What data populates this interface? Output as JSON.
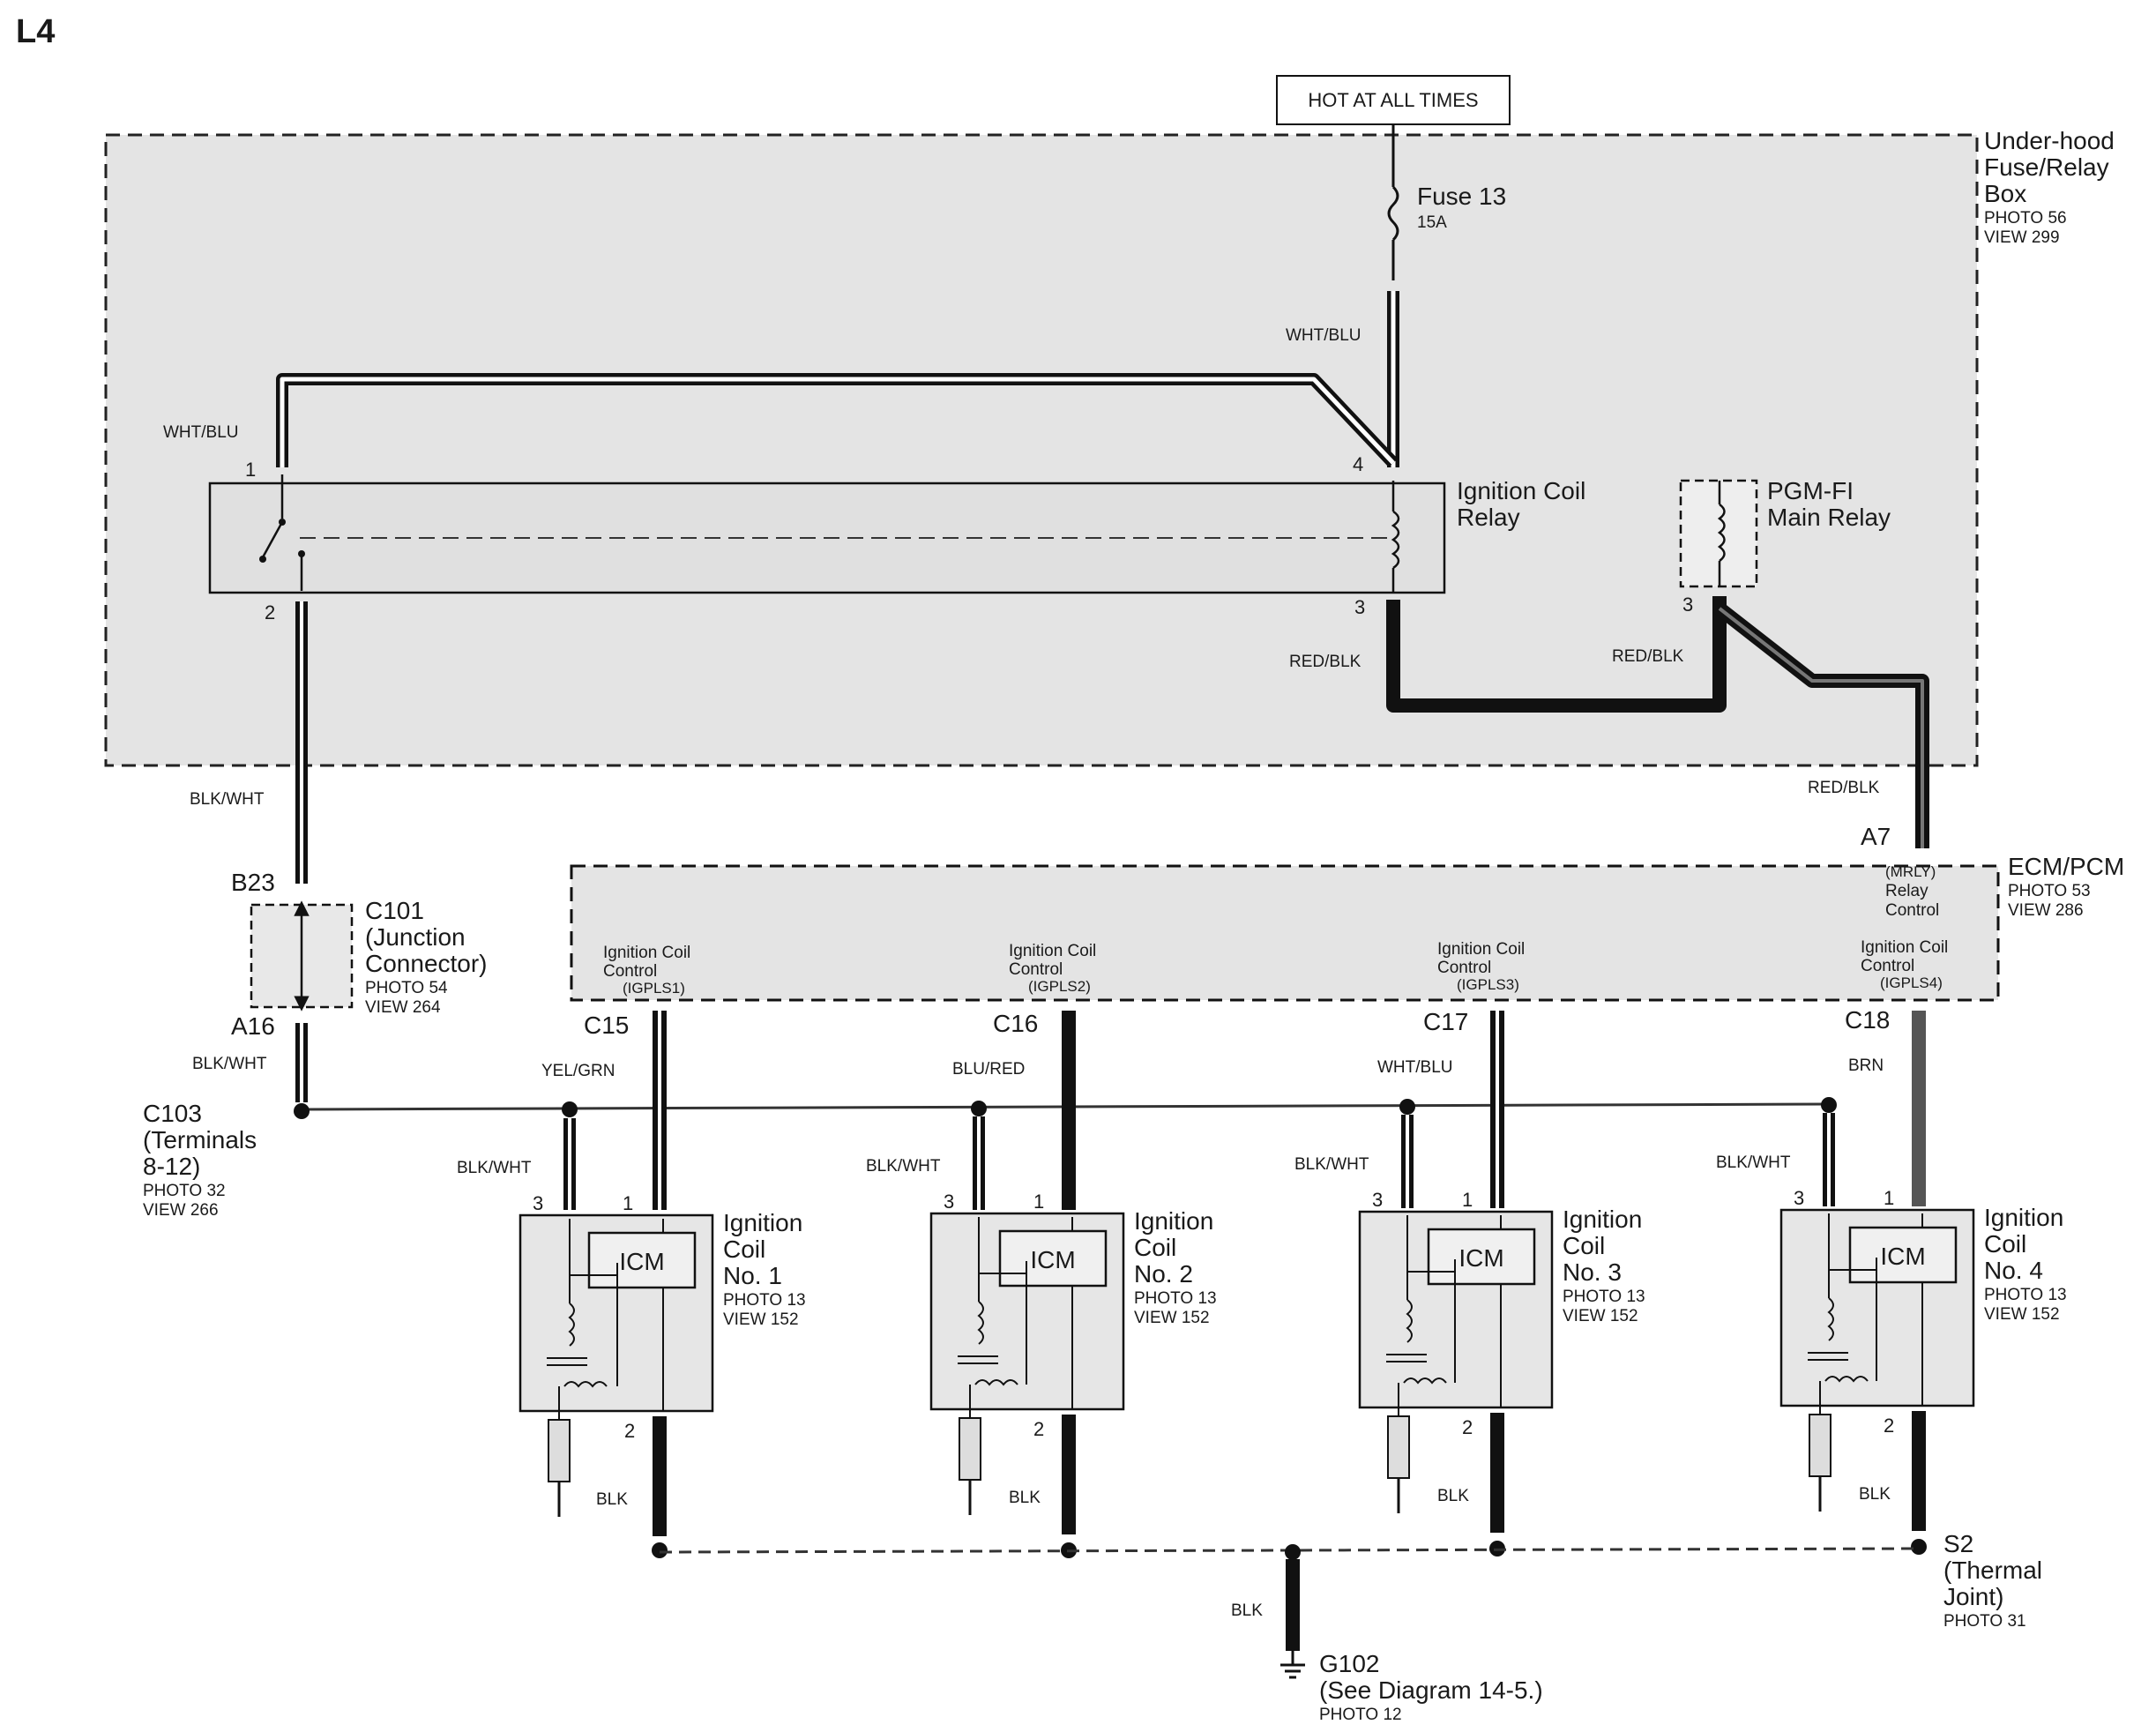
{
  "page_label": "L4",
  "power_source": "HOT AT ALL TIMES",
  "fuse": {
    "name": "Fuse 13",
    "rating": "15A"
  },
  "fuse_box": {
    "lines": [
      "Under-hood",
      "Fuse/Relay",
      "Box"
    ],
    "photo": "PHOTO 56",
    "view": "VIEW 299"
  },
  "ignition_coil_relay": {
    "lines": [
      "Ignition Coil",
      "Relay"
    ],
    "pin_1": "1",
    "pin_2": "2",
    "pin_3": "3",
    "pin_4": "4"
  },
  "pgm_fi_relay": {
    "lines": [
      "PGM-FI",
      "Main Relay"
    ],
    "pin_3": "3"
  },
  "wires": {
    "fuse_out": "WHT/BLU",
    "relay_pin1": "WHT/BLU",
    "relay_pin2": "BLK/WHT",
    "relay_pin3": "RED/BLK",
    "pgm_pin3": "RED/BLK",
    "ecm_a7": "RED/BLK",
    "c101_out": "BLK/WHT"
  },
  "c101": {
    "lines": [
      "C101",
      "(Junction",
      "Connector)"
    ],
    "photo": "PHOTO 54",
    "view": "VIEW 264",
    "pin_top": "B23",
    "pin_bottom": "A16"
  },
  "c103": {
    "lines": [
      "C103",
      "(Terminals",
      "8-12)"
    ],
    "photo": "PHOTO 32",
    "view": "VIEW 266"
  },
  "ecm": {
    "lines": [
      "ECM/PCM"
    ],
    "photo": "PHOTO 53",
    "view": "VIEW 286",
    "pin_a7": "A7",
    "relay_control": [
      "(MRLY)",
      "Relay",
      "Control"
    ],
    "controls": [
      {
        "connector": "C15",
        "line1": "Ignition Coil",
        "line2": "Control",
        "line3": "(IGPLS1)",
        "wire": "YEL/GRN"
      },
      {
        "connector": "C16",
        "line1": "Ignition Coil",
        "line2": "Control",
        "line3": "(IGPLS2)",
        "wire": "BLU/RED"
      },
      {
        "connector": "C17",
        "line1": "Ignition Coil",
        "line2": "Control",
        "line3": "(IGPLS3)",
        "wire": "WHT/BLU"
      },
      {
        "connector": "C18",
        "line1": "Ignition Coil",
        "line2": "Control",
        "line3": "(IGPLS4)",
        "wire": "BRN"
      }
    ]
  },
  "coils": [
    {
      "line1": "Ignition",
      "line2": "Coil",
      "line3": "No. 1",
      "photo": "PHOTO 13",
      "view": "VIEW 152",
      "module": "ICM",
      "pin_1": "1",
      "pin_2": "2",
      "pin_3": "3",
      "feed_wire": "BLK/WHT",
      "ground_wire": "BLK"
    },
    {
      "line1": "Ignition",
      "line2": "Coil",
      "line3": "No. 2",
      "photo": "PHOTO 13",
      "view": "VIEW 152",
      "module": "ICM",
      "pin_1": "1",
      "pin_2": "2",
      "pin_3": "3",
      "feed_wire": "BLK/WHT",
      "ground_wire": "BLK"
    },
    {
      "line1": "Ignition",
      "line2": "Coil",
      "line3": "No. 3",
      "photo": "PHOTO 13",
      "view": "VIEW 152",
      "module": "ICM",
      "pin_1": "1",
      "pin_2": "2",
      "pin_3": "3",
      "feed_wire": "BLK/WHT",
      "ground_wire": "BLK"
    },
    {
      "line1": "Ignition",
      "line2": "Coil",
      "line3": "No. 4",
      "photo": "PHOTO 13",
      "view": "VIEW 152",
      "module": "ICM",
      "pin_1": "1",
      "pin_2": "2",
      "pin_3": "3",
      "feed_wire": "BLK/WHT",
      "ground_wire": "BLK"
    }
  ],
  "s2": {
    "lines": [
      "S2",
      "(Thermal",
      "Joint)"
    ],
    "photo": "PHOTO 31"
  },
  "g102": {
    "line1": "G102",
    "line2": "(See Diagram 14-5.)",
    "photo": "PHOTO 12",
    "wire": "BLK"
  }
}
